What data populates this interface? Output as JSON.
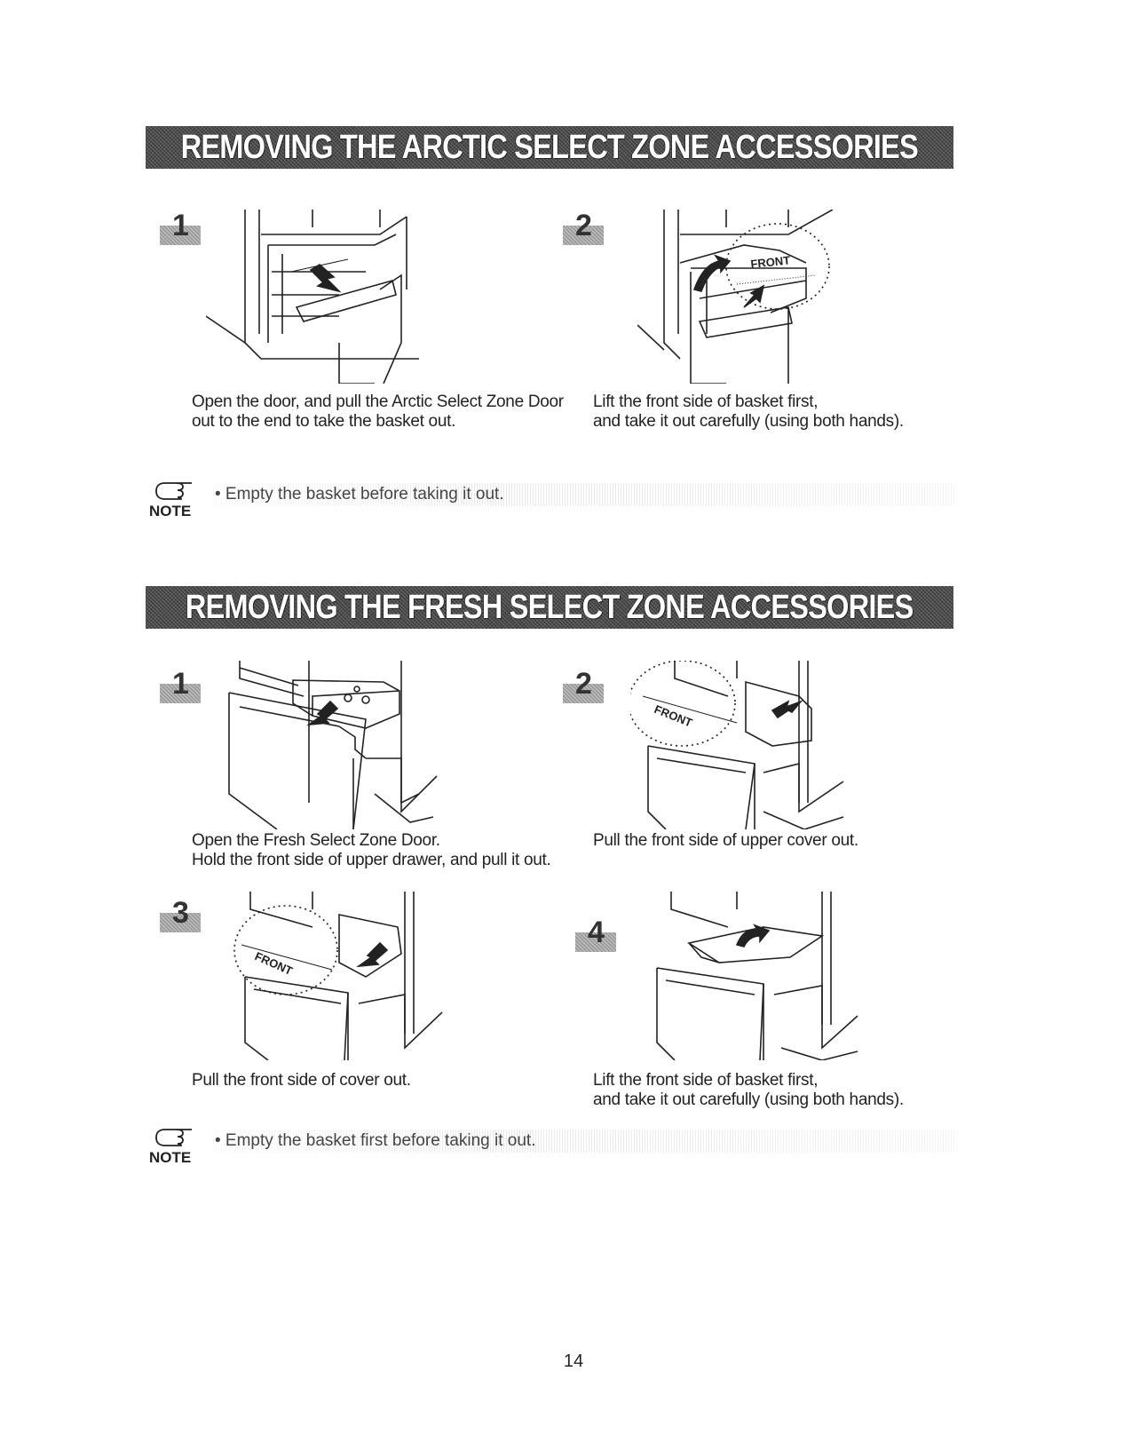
{
  "sections": [
    {
      "title": "REMOVING THE ARCTIC SELECT ZONE ACCESSORIES",
      "steps": [
        {
          "number": "1",
          "caption": "Open the door, and pull the Arctic Select Zone Door\nout to the end to take the basket out."
        },
        {
          "number": "2",
          "caption": "Lift the front side of basket first,\nand take it out carefully (using both hands).",
          "label": "FRONT"
        }
      ],
      "note": {
        "label": "NOTE",
        "text": "• Empty the basket before taking it out."
      }
    },
    {
      "title": "REMOVING THE FRESH SELECT ZONE ACCESSORIES",
      "steps": [
        {
          "number": "1",
          "caption": "Open the Fresh Select Zone Door.\nHold the front side of upper drawer, and pull it out."
        },
        {
          "number": "2",
          "caption": "Pull the front side of upper cover out.",
          "label": "FRONT"
        },
        {
          "number": "3",
          "caption": "Pull the front side of cover out.",
          "label": "FRONT"
        },
        {
          "number": "4",
          "caption": "Lift the front side of basket first,\nand take it out carefully (using both hands)."
        }
      ],
      "note": {
        "label": "NOTE",
        "text": "• Empty the basket first before taking it out."
      }
    }
  ],
  "page_number": "14"
}
